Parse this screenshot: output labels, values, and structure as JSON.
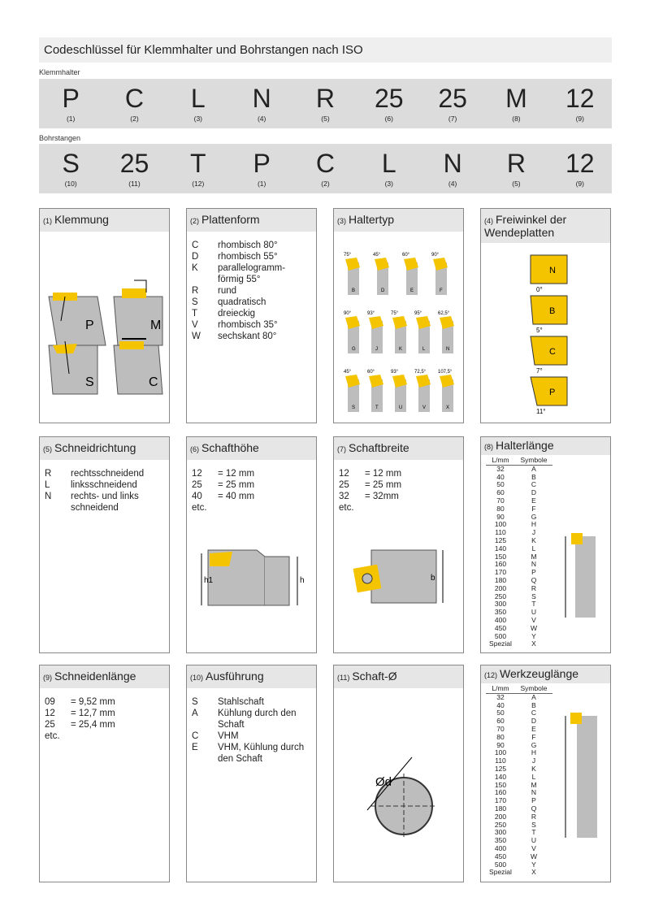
{
  "title": "Codeschlüssel für Klemmhalter und Bohrstangen nach ISO",
  "klemmhalter": {
    "label": "Klemmhalter",
    "codes": [
      {
        "c": "P",
        "n": "(1)"
      },
      {
        "c": "C",
        "n": "(2)"
      },
      {
        "c": "L",
        "n": "(3)"
      },
      {
        "c": "N",
        "n": "(4)"
      },
      {
        "c": "R",
        "n": "(5)"
      },
      {
        "c": "25",
        "n": "(6)"
      },
      {
        "c": "25",
        "n": "(7)"
      },
      {
        "c": "M",
        "n": "(8)"
      },
      {
        "c": "12",
        "n": "(9)"
      }
    ]
  },
  "bohrstangen": {
    "label": "Bohrstangen",
    "codes": [
      {
        "c": "S",
        "n": "(10)"
      },
      {
        "c": "25",
        "n": "(11)"
      },
      {
        "c": "T",
        "n": "(12)"
      },
      {
        "c": "P",
        "n": "(1)"
      },
      {
        "c": "C",
        "n": "(2)"
      },
      {
        "c": "L",
        "n": "(3)"
      },
      {
        "c": "N",
        "n": "(4)"
      },
      {
        "c": "R",
        "n": "(5)"
      },
      {
        "c": "12",
        "n": "(9)"
      }
    ]
  },
  "cards": [
    {
      "num": "(1)",
      "title": "Klemmung",
      "labels": [
        "P",
        "M",
        "S",
        "C"
      ]
    },
    {
      "num": "(2)",
      "title": "Plattenform",
      "rows": [
        [
          "C",
          "rhombisch 80°"
        ],
        [
          "D",
          "rhombisch 55°"
        ],
        [
          "K",
          "parallelogramm-förmig 55°"
        ],
        [
          "R",
          "rund"
        ],
        [
          "S",
          "quadratisch"
        ],
        [
          "T",
          "dreieckig"
        ],
        [
          "V",
          "rhombisch 35°"
        ],
        [
          "W",
          "sechskant 80°"
        ]
      ]
    },
    {
      "num": "(3)",
      "title": "Haltertyp",
      "types": [
        [
          "75°",
          "B"
        ],
        [
          "45°",
          "D"
        ],
        [
          "60°",
          "E"
        ],
        [
          "90°",
          "F"
        ],
        [
          "90°",
          "G"
        ],
        [
          "93°",
          "J"
        ],
        [
          "75°",
          "K"
        ],
        [
          "95°",
          "L"
        ],
        [
          "62,5°",
          "N"
        ],
        [
          "45°",
          "S"
        ],
        [
          "60°",
          "T"
        ],
        [
          "93°",
          "U"
        ],
        [
          "72,5°",
          "V"
        ],
        [
          "107,5°",
          "X"
        ]
      ]
    },
    {
      "num": "(4)",
      "title": "Freiwinkel der Wendeplatten",
      "rows": [
        [
          "N",
          "0°"
        ],
        [
          "B",
          "5°"
        ],
        [
          "C",
          "7°"
        ],
        [
          "P",
          "11°"
        ]
      ]
    },
    {
      "num": "(5)",
      "title": "Schneidrichtung",
      "rows": [
        [
          "R",
          "rechtsschneidend"
        ],
        [
          "L",
          "linksschneidend"
        ],
        [
          "N",
          "rechts- und links schneidend"
        ]
      ]
    },
    {
      "num": "(6)",
      "title": "Schafthöhe",
      "rows": [
        [
          "12",
          "= 12 mm"
        ],
        [
          "25",
          "= 25 mm"
        ],
        [
          "40",
          "= 40 mm"
        ]
      ],
      "etc": "etc.",
      "dim": [
        "h1",
        "h"
      ]
    },
    {
      "num": "(7)",
      "title": "Schaftbreite",
      "rows": [
        [
          "12",
          "=  12 mm"
        ],
        [
          "25",
          "=  25 mm"
        ],
        [
          "32",
          "=  32mm"
        ]
      ],
      "etc": "etc.",
      "dim": "b"
    },
    {
      "num": "(8)",
      "title": "Halterlänge",
      "head": [
        "L/mm",
        "Symbole"
      ]
    },
    {
      "num": "(9)",
      "title": "Schneidenlänge",
      "rows": [
        [
          "09",
          "= 9,52 mm"
        ],
        [
          "12",
          "= 12,7 mm"
        ],
        [
          "25",
          "= 25,4 mm"
        ]
      ],
      "etc": "etc."
    },
    {
      "num": "(10)",
      "title": "Ausführung",
      "rows": [
        [
          "S",
          "Stahlschaft"
        ],
        [
          "A",
          "Kühlung durch den Schaft"
        ],
        [
          "C",
          "VHM"
        ],
        [
          "E",
          "VHM, Kühlung durch den Schaft"
        ]
      ]
    },
    {
      "num": "(11)",
      "title": "Schaft-Ø",
      "dim": "Ød"
    },
    {
      "num": "(12)",
      "title": "Werkzeuglänge",
      "head": [
        "L/mm",
        "Symbole"
      ]
    }
  ],
  "lengths": [
    [
      "32",
      "A"
    ],
    [
      "40",
      "B"
    ],
    [
      "50",
      "C"
    ],
    [
      "60",
      "D"
    ],
    [
      "70",
      "E"
    ],
    [
      "80",
      "F"
    ],
    [
      "90",
      "G"
    ],
    [
      "100",
      "H"
    ],
    [
      "110",
      "J"
    ],
    [
      "125",
      "K"
    ],
    [
      "140",
      "L"
    ],
    [
      "150",
      "M"
    ],
    [
      "160",
      "N"
    ],
    [
      "170",
      "P"
    ],
    [
      "180",
      "Q"
    ],
    [
      "200",
      "R"
    ],
    [
      "250",
      "S"
    ],
    [
      "300",
      "T"
    ],
    [
      "350",
      "U"
    ],
    [
      "400",
      "V"
    ],
    [
      "450",
      "W"
    ],
    [
      "500",
      "Y"
    ],
    [
      "Spezial",
      "X"
    ]
  ],
  "colors": {
    "insert": "#f5c400",
    "body": "#bdbdbd"
  }
}
